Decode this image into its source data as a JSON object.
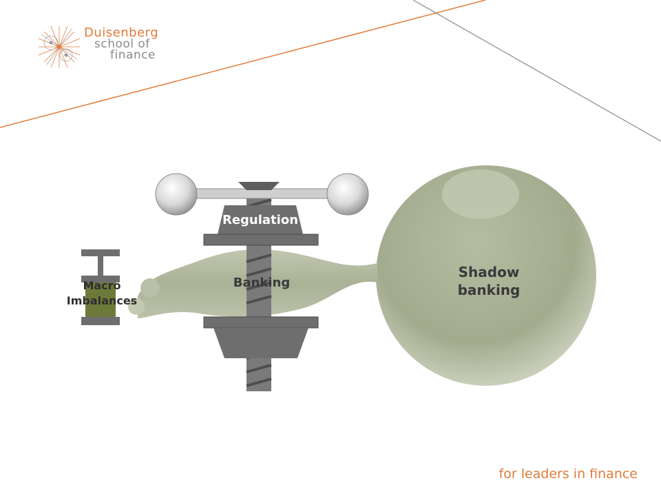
{
  "brand": {
    "name": "Duisenberg",
    "line2": "school of",
    "line3": "finance",
    "tagline": "for leaders in finance",
    "accent_color": "#e07b39",
    "grey_color": "#8a8a8a"
  },
  "diagram": {
    "regulation_label": "Regulation",
    "banking_label": "Banking",
    "shadow_label_line1": "Shadow",
    "shadow_label_line2": "banking",
    "macro_label_line1": "Macro",
    "macro_label_line2": "Imbalances",
    "balloon_color": "#a3ab8e",
    "clamp_color": "#6e6e6e"
  }
}
